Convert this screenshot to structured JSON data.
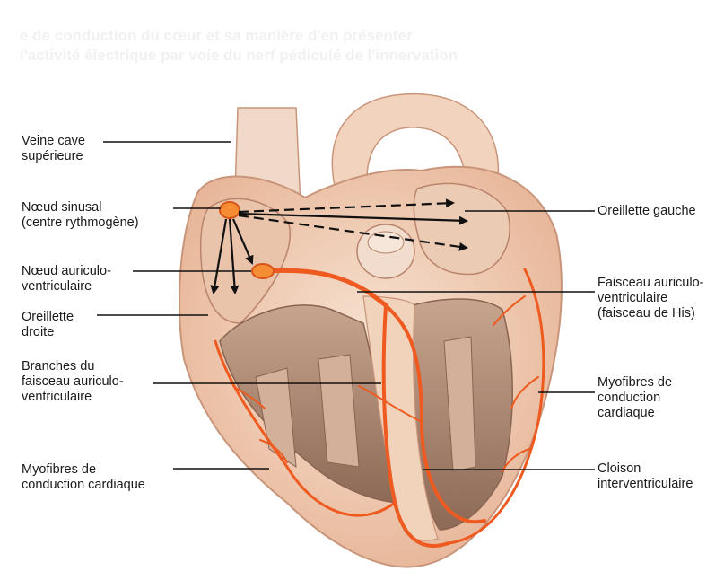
{
  "background_text": {
    "line1": "e de conduction du cœur et sa manière d'en présenter",
    "line2": "l'activité électrique par voie du nerf pédiculé de l'innervation"
  },
  "labels": {
    "veine_cave": [
      "Veine cave",
      "supérieure"
    ],
    "noeud_sinusal": [
      "Nœud sinusal",
      "(centre rythmogène)"
    ],
    "noeud_av": [
      "Nœud auriculo-",
      "ventriculaire"
    ],
    "oreillette_droite": [
      "Oreillette",
      "droite"
    ],
    "branches": [
      "Branches du",
      "faisceau auriculo-",
      "ventriculaire"
    ],
    "myofibres_left": [
      "Myofibres de",
      "conduction cardiaque"
    ],
    "oreillette_gauche": [
      "Oreillette gauche"
    ],
    "faisceau_his": [
      "Faisceau auriculo-",
      "ventriculaire",
      "(faisceau de His)"
    ],
    "myofibres_right": [
      "Myofibres de",
      "conduction",
      "cardiaque"
    ],
    "cloison": [
      "Cloison",
      "interventriculaire"
    ]
  },
  "colors": {
    "tissue": "#f3d4bd",
    "tissue_dark": "#c9957a",
    "cavity": "#a7806a",
    "conduction": "#ee5a1f",
    "leader": "#111111"
  }
}
